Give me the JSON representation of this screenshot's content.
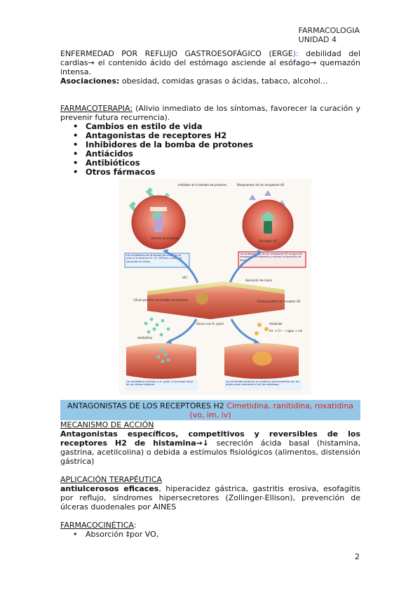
{
  "header": {
    "subject": "FARMACOLOGIA",
    "unit": "UNIDAD 4"
  },
  "intro": {
    "title": "ENFERMEDAD POR REFLUJO GASTROESOFÁGICO (ERGE",
    "title_paren_close": "):",
    "text": " debilidad del cardias→ el contenido ácido del estómago asciende al esófago→ quemazón intensa."
  },
  "associations": {
    "label": "Asociaciones:",
    "text": " obesidad, comidas grasas o ácidas, tabaco, alcohol…"
  },
  "pharmacotherapy": {
    "label": "FARMACOTERAPIA:",
    "text": " (Alivio inmediato de los síntomas, favorecer la curación y prevenir futura recurrencia).",
    "items": [
      "Cambios en estilo de vida",
      "Antagonistas de receptores H2",
      "Inhibidores de la bomba de protones",
      "Antiácidos",
      "Antibióticos",
      "Otros fármacos"
    ]
  },
  "figure": {
    "top_left_caption": "Inhibidor de la bomba de protones",
    "top_right_caption": "Bloqueantes de los receptores H2",
    "pump_label": "Bomba de protones",
    "receptor_label": "Receptor H2",
    "left_box": "Los inhibidores de la bomba de protones se unen a la enzima H+, K+ ATPasa y evitan la secreción de ácido.",
    "right_box": "Los antagonistas de los receptores H2 ocupan los receptores de histamina y evitan la secreción de ácido.",
    "hcl": "HCl",
    "mucus": "Secreción de moco",
    "parietal_left": "Célula parietal con bomba de protones",
    "parietal_right": "Célula parietal con receptor H2",
    "ulcer": "Úlcera con H. pylori",
    "antibiotic": "Antibiótico",
    "antacid": "Antiácido",
    "neutral": "H+ + Cl− → agua + sal",
    "bottom_left": "Los antibióticos eliminan a H. pylori, el principal causa de las úlceras pépticas.",
    "bottom_right": "Los antiácidos alcalinos se combinan químicamente con los ácidos para neutralizar el pH del estómago."
  },
  "h2_section": {
    "title": "ANTAGONISTAS DE LOS RECEPTORES H2 ",
    "drugs": "Cimetidina, ranitidina, roxatidina (vo, im, iv)"
  },
  "mechanism": {
    "label": "MECANISMO DE ACCIÓN",
    "bold": "Antagonistas específicos, competitivos y reversibles de los receptores H2 de histamina→↓",
    "text": " secreción ácida basal (histamina, gastrina, acetilcolina) o debida a estímulos fisiológicos (alimentos, distensión gástrica)"
  },
  "application": {
    "label": "APLICACIÓN TERAPÉUTICA",
    "bold": "antiulcerosos eficaces",
    "text": ", hiperacidez gástrica, gastritis erosiva, esofagitis por reflujo, síndromes hipersecretores (Zollinger-Ellison), prevención de úlceras duodenales por AINES"
  },
  "pharmacokinetics": {
    "label": "FARMACOCINÉTICA",
    "colon": ":",
    "items": [
      "Absorción ‡por VO,"
    ]
  },
  "page_number": "2"
}
